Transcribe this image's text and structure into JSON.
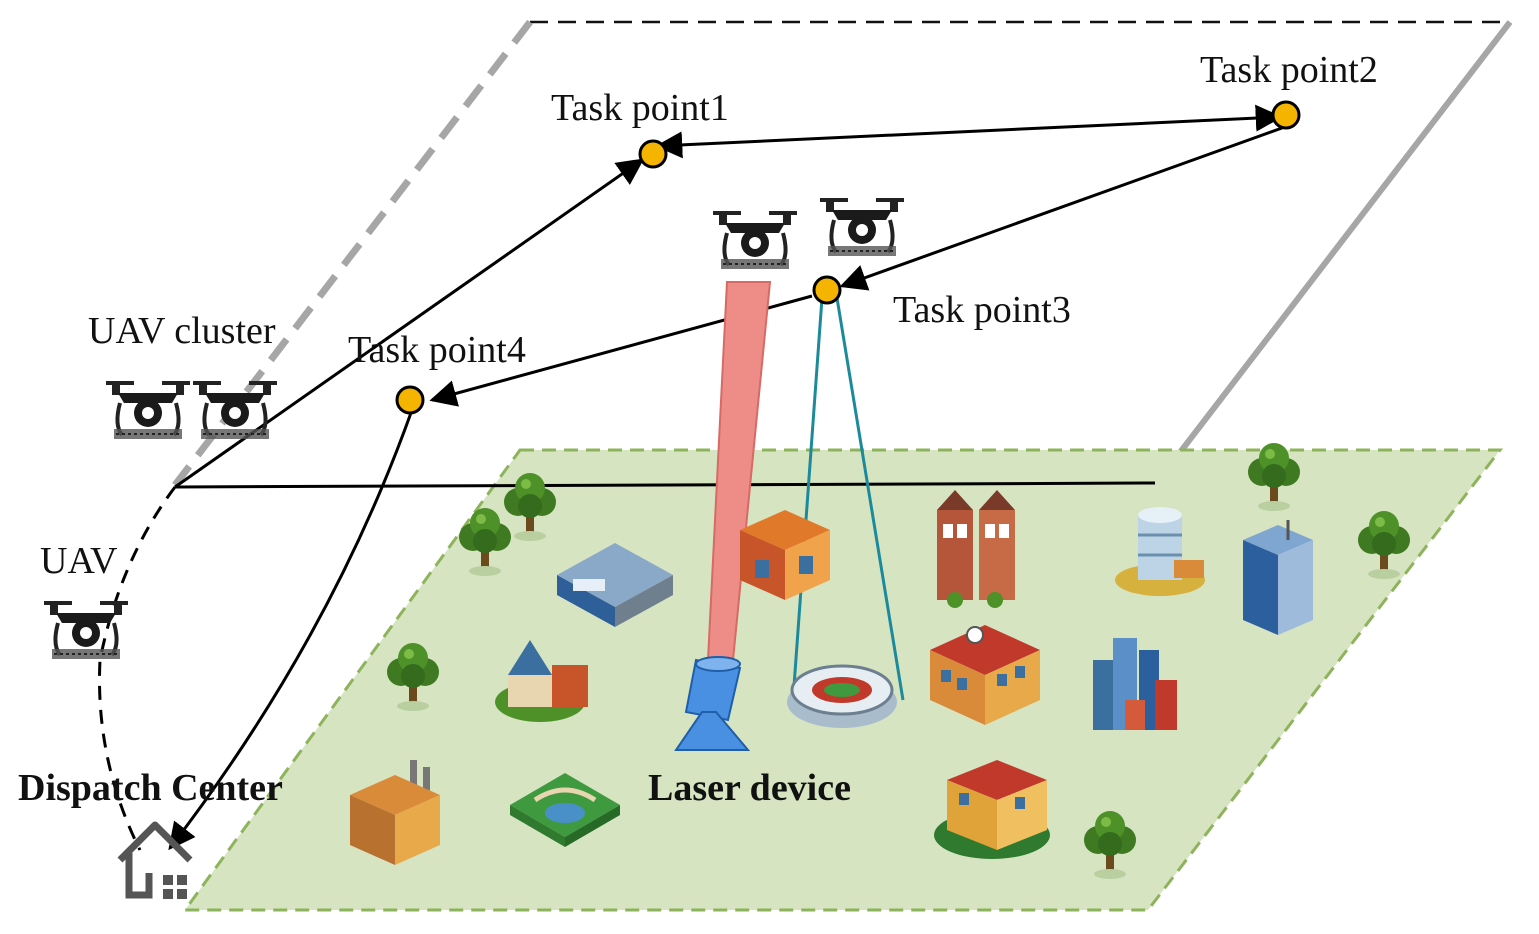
{
  "labels": {
    "task_point_1": "Task point1",
    "task_point_2": "Task point2",
    "task_point_3": "Task point3",
    "task_point_4": "Task point4",
    "uav_cluster": "UAV cluster",
    "uav": "UAV",
    "dispatch_center": "Dispatch Center",
    "laser_device": "Laser device"
  },
  "colors": {
    "ground": "#d6e4c2",
    "ground_border": "#8db45a",
    "upper_plane_border": "#a6a6a6",
    "task_point": "#f5b400",
    "laser_beam": "#ee8d88",
    "laser_device": "#4a90e2",
    "charging_beam": "#1c8a9a",
    "path": "#000000"
  },
  "icons": {
    "drone": "drone-icon",
    "home": "home-icon",
    "tree": "tree-icon",
    "building": "building-icon",
    "stadium": "stadium-icon",
    "laser": "laser-device-icon"
  }
}
